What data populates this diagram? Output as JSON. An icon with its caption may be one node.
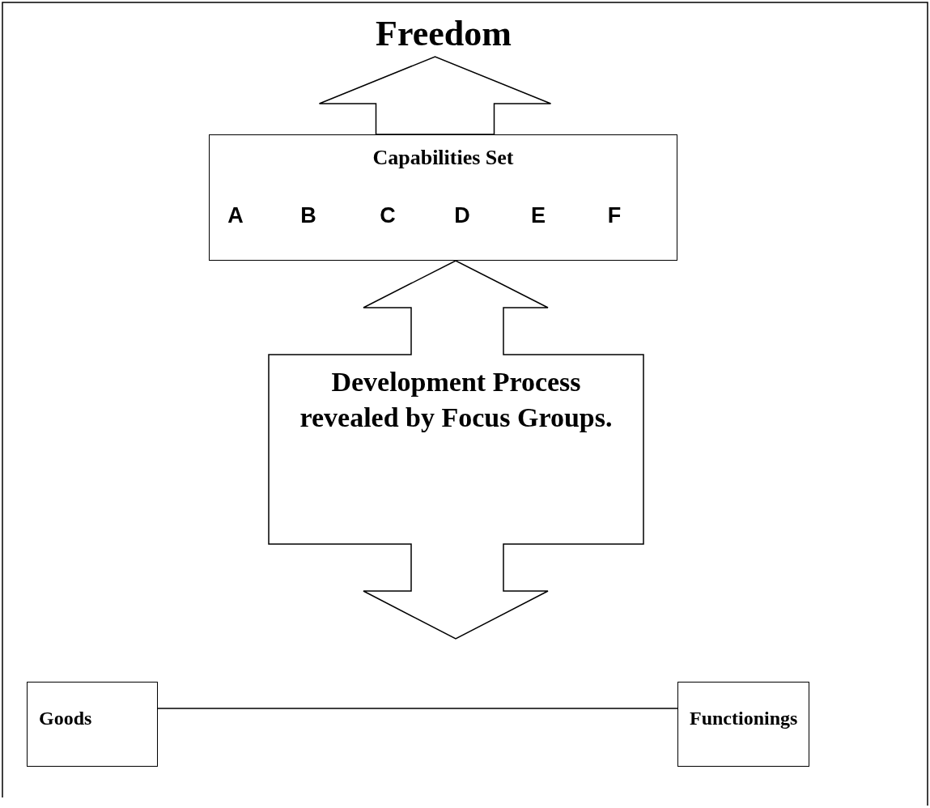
{
  "diagram": {
    "nodes": [
      {
        "text": [
          "Freedom"
        ]
      },
      {
        "text": [
          "Capabilities Set",
          "A",
          "B",
          "C",
          "D",
          "E",
          "F"
        ]
      },
      {
        "text": [
          "Development Process revealed by Focus Groups."
        ]
      },
      {
        "text": [
          "Goods"
        ]
      },
      {
        "text": [
          "Functionings"
        ]
      }
    ],
    "edges": [
      {
        "from": 1,
        "to": 0,
        "arrow": "to"
      },
      {
        "from": 3,
        "to": 4,
        "arrow": "none"
      }
    ]
  }
}
